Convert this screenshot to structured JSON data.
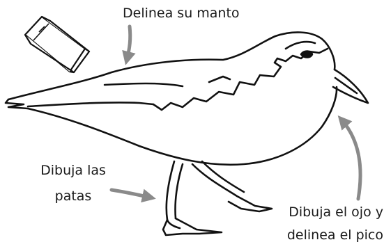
{
  "labels": {
    "mantle": "Delinea su manto",
    "legs_line1": "Dibuja las",
    "legs_line2": "patas",
    "eye_line1": "Dibuja el ojo y",
    "eye_line2": "delinea el pico"
  },
  "colors": {
    "outline": "#111111",
    "arrow": "#8a8a8a",
    "text": "#1a1a1a"
  },
  "icons": [
    "eraser-icon"
  ]
}
